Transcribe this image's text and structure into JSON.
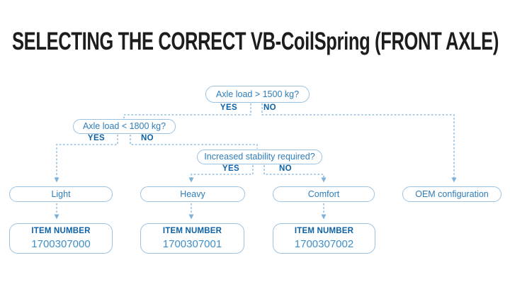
{
  "title": "SELECTING THE CORRECT VB-CoilSpring (FRONT AXLE)",
  "colors": {
    "title_text": "#1d1d1b",
    "box_border": "#9cc3e2",
    "dashed_line": "#94bedf",
    "arrowhead": "#7fb2d9",
    "box_label_text": "#2f7db9",
    "branch_label_text": "#0d62a7",
    "item_number_text": "#3f8fc9"
  },
  "flow": {
    "decisions": {
      "d1": {
        "label": "Axle load > 1500 kg?",
        "yes": "YES",
        "no": "NO"
      },
      "d2": {
        "label": "Axle load < 1800 kg?",
        "yes": "YES",
        "no": "NO"
      },
      "d3": {
        "label": "Increased stability required?",
        "yes": "YES",
        "no": "NO"
      }
    },
    "outcomes": {
      "light": "Light",
      "heavy": "Heavy",
      "comfort": "Comfort",
      "oem": "OEM configuration"
    },
    "items": {
      "label": "ITEM NUMBER",
      "light": "1700307000",
      "heavy": "1700307001",
      "comfort": "1700307002"
    }
  }
}
